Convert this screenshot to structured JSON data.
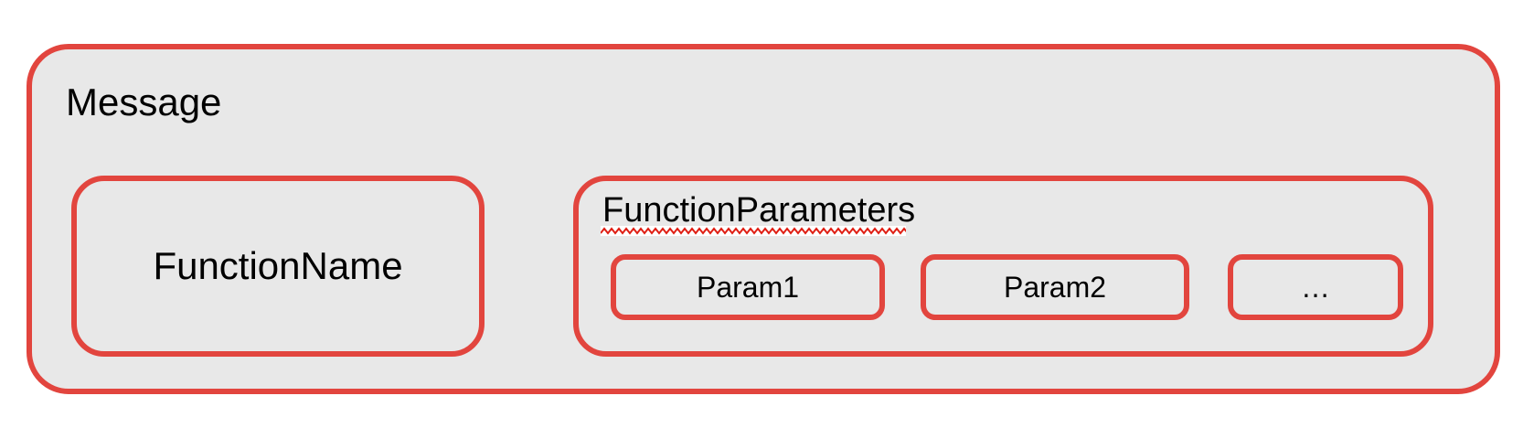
{
  "colors": {
    "border_red": "#e2453e",
    "squiggle_red": "#e01f14",
    "box_fill": "#e8e8e8",
    "text": "#000000",
    "page_bg": "#ffffff"
  },
  "diagram": {
    "message": {
      "label": "Message"
    },
    "function_name": {
      "label": "FunctionName"
    },
    "function_parameters": {
      "label": "FunctionParameters",
      "params": [
        {
          "label": "Param1"
        },
        {
          "label": "Param2"
        },
        {
          "label": "…"
        }
      ]
    }
  }
}
